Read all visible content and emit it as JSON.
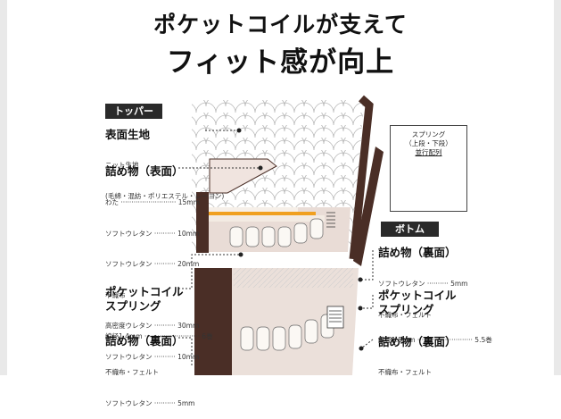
{
  "headline": {
    "line1": "ポケットコイルが支えて",
    "line2": "フィット感が向上"
  },
  "topper": {
    "badge": "トッパー",
    "surface_fabric": {
      "title": "表面生地",
      "specs": [
        "ニット生地",
        "(毛綿・混紡・ポリエステル・レーヨン)"
      ]
    },
    "padding_top": {
      "title": "詰め物（表面）",
      "specs": [
        "わた ·························· 15mm",
        "ソフトウレタン ·········· 10mm",
        "ソフトウレタン ·········· 20mm",
        "不織布",
        "高密度ウレタン ·········· 30mm",
        "ソフトウレタン ·········· 10mm"
      ]
    },
    "pocket_coil": {
      "title_line1": "ポケットコイル",
      "title_line2": "スプリング",
      "specs": [
        "線径1.4mm ·························· 6巻"
      ]
    },
    "padding_bottom": {
      "title": "詰め物（裏面）",
      "specs": [
        "不織布・フェルト",
        "ソフトウレタン ·········· 5mm"
      ]
    }
  },
  "bottom": {
    "badge": "ボトム",
    "padding_back": {
      "title": "詰め物（裏面）",
      "specs": [
        "ソフトウレタン ·········· 5mm",
        "不織布・フェルト"
      ]
    },
    "pocket_coil": {
      "title_line1": "ポケットコイル",
      "title_line2": "スプリング",
      "specs": [
        "線径1.8mm ·························· 5.5巻"
      ]
    },
    "padding_under": {
      "title": "詰め物（裏面）",
      "specs": [
        "不織布・フェルト"
      ]
    }
  },
  "spring_box": {
    "line1": "スプリング",
    "line2": "（上段・下段）",
    "line3": "並行配列"
  },
  "colors": {
    "frame_brown": "#4a2e26",
    "side_pink": "#e9dcd6",
    "orange_layer": "#f0a020",
    "badge_bg": "#2a2a2a"
  }
}
